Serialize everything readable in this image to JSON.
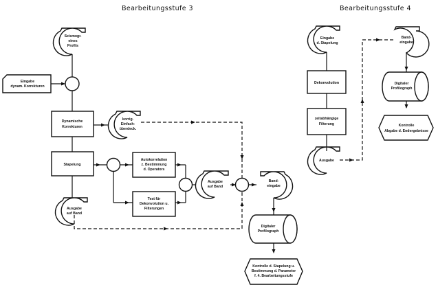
{
  "stage3": {
    "title": "Bearbeitungsstufe  3",
    "seismogr": [
      "Seismogr.",
      "eines",
      "Profils"
    ],
    "eingabe_dyn": [
      "Eingabe",
      "dynam. Korrekturen"
    ],
    "dyn_korr": [
      "Dynamische",
      "Korrekturen"
    ],
    "korrig": [
      "korrig.",
      "Einfach-",
      "überdeck."
    ],
    "stapelung": [
      "Stapelung"
    ],
    "ausgabe_band_left": [
      "Ausgabe",
      "auf Band"
    ],
    "autokorr": [
      "Autokorrelation",
      "z. Bestimmung",
      "d. Operators"
    ],
    "test": [
      "Test  für",
      "Dekonvolution u.",
      "Filterungen"
    ],
    "ausgabe_band_mid": [
      "Ausgabe",
      "auf Band"
    ],
    "bandeingabe": [
      "Band-",
      "eingabe"
    ],
    "profilograph": [
      "Digitaler",
      "Profilograph"
    ],
    "kontrolle": [
      "Kontrolle  d. Stapelung  u.",
      "Bestimmung d. Parameter",
      "f. 4.  Bearbeitungsstufe"
    ]
  },
  "stage4": {
    "title": "Bearbeitungsstufe 4",
    "eingabe_stap": [
      "Eingabe",
      "d. Stapelung"
    ],
    "dekonv": [
      "Dekonvolution"
    ],
    "filterung": [
      "zeitabhängige",
      "Filterung"
    ],
    "ausgabe": [
      "Ausgabe"
    ],
    "bandeingabe": [
      "Band-",
      "eingabe"
    ],
    "profilograph": [
      "Digitaler",
      "Profilograph"
    ],
    "kontrolle": [
      "Kontrolle",
      "Abgabe d. Endergebnisse"
    ]
  }
}
